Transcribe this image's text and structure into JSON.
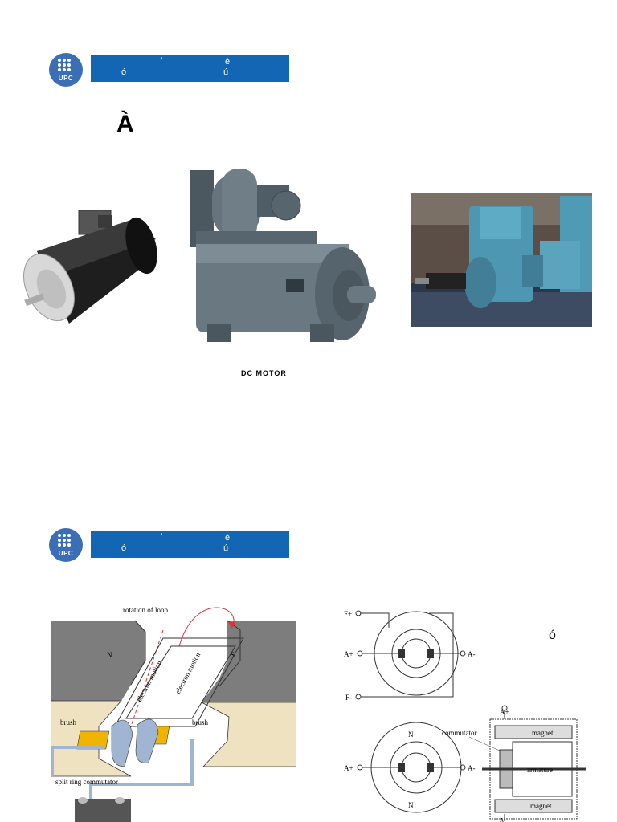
{
  "header1": {
    "logo_text": "UPC",
    "bar_line1_a": "’",
    "bar_line1_b": "è",
    "bar_line2_a": "ó",
    "bar_line2_b": "ú"
  },
  "slide1": {
    "title_char": "À",
    "caption": "DC MOTOR"
  },
  "header2": {
    "logo_text": "UPC",
    "bar_line1_a": "’",
    "bar_line1_b": "è",
    "bar_line2_a": "ó",
    "bar_line2_b": "ú"
  },
  "slide2": {
    "side_char": "ó",
    "loop_diagram": {
      "rotation_label": "rotation of loop",
      "pole_n": "N",
      "pole_s": "S",
      "motion_left": "electron motion",
      "motion_right": "electron motion",
      "brush_left": "brush",
      "brush_right": "brush",
      "commutator_label": "split ring commutator"
    },
    "wiring_diagram": {
      "f_plus": "F+",
      "a_plus_top": "A+",
      "a_minus_top": "A-",
      "f_minus": "F-",
      "a_plus_bottom": "A+",
      "a_minus_bottom": "A-",
      "commutator": "commutator",
      "a_plus_side": "A+",
      "magnet_top": "magnet",
      "armature": "armature",
      "magnet_bottom": "magnet",
      "a_minus_side": "A-",
      "pole_n_top": "N",
      "pole_n_bottom": "N"
    }
  },
  "colors": {
    "bar_blue": "#1266b4",
    "logo_blue": "#3b6fb5",
    "motor_gray": "#5d6b74",
    "motor_teal": "#4d97b2"
  }
}
